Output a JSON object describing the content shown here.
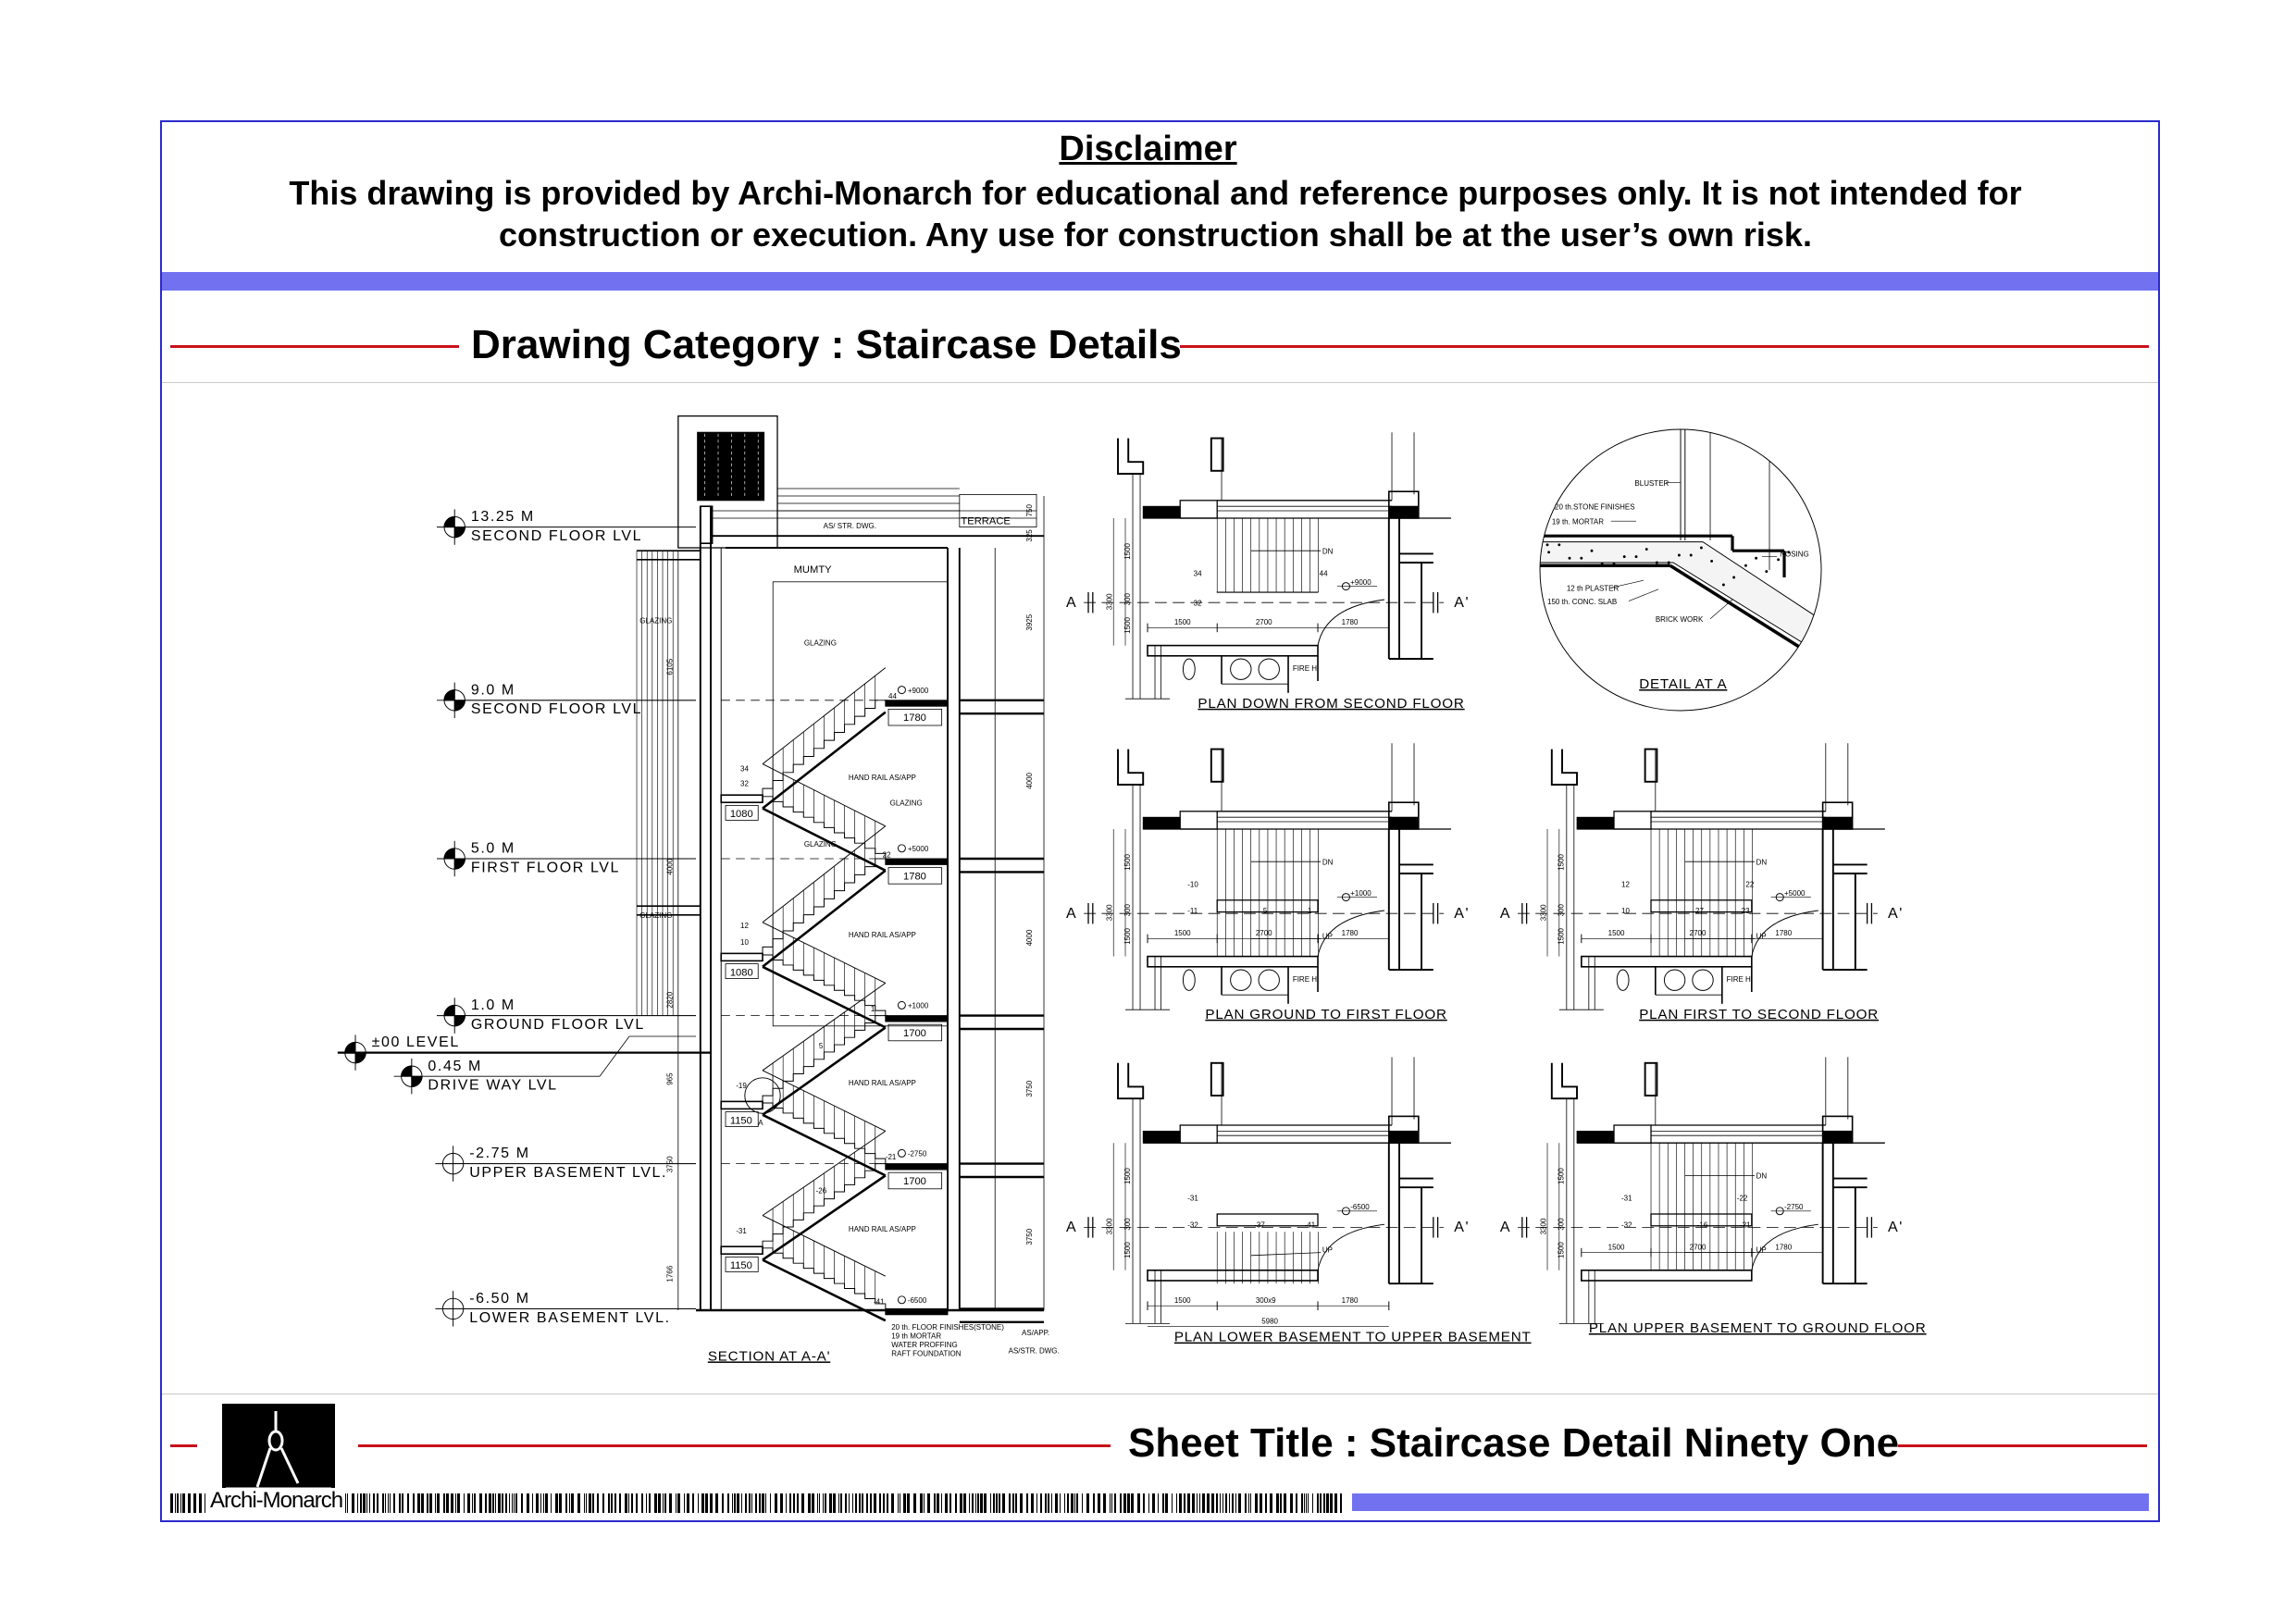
{
  "disclaimer": {
    "title": "Disclaimer",
    "line1": "This drawing is provided by Archi-Monarch for educational and reference purposes only. It is not intended for",
    "line2": "construction or execution. Any use for construction shall be at the user’s own risk."
  },
  "category": {
    "label": "Drawing Category : Staircase Details"
  },
  "section": {
    "title": "SECTION AT A-A'",
    "levels": [
      {
        "value": "13.25  M",
        "name": "SECOND  FLOOR  LVL"
      },
      {
        "value": "9.0  M",
        "name": "SECOND  FLOOR  LVL"
      },
      {
        "value": "5.0  M",
        "name": "FIRST  FLOOR  LVL"
      },
      {
        "value": "1.0  M",
        "name": "GROUND  FLOOR  LVL"
      },
      {
        "value": "±00  LEVEL",
        "name": ""
      },
      {
        "value": "0.45  M",
        "name": "DRIVE  WAY  LVL"
      },
      {
        "value": "-2.75  M",
        "name": "UPPER  BASEMENT  LVL."
      },
      {
        "value": "-6.50  M",
        "name": "LOWER  BASEMENT  LVL."
      }
    ],
    "terrace": "TERRACE",
    "mumty": "MUMTY",
    "str_ref": "AS/ STR. DWG.",
    "glazing": "GLAZING",
    "handrail": "HAND RAIL AS/APP",
    "dims_right": [
      "750",
      "325",
      "3925",
      "4000",
      "4000",
      "3750",
      "3750"
    ],
    "dims_left": [
      "6105",
      "4000",
      "2820",
      "965",
      "3750",
      "1766"
    ],
    "landing_widths": [
      "1080",
      "1080",
      "1150",
      "1150"
    ],
    "floor_widths": [
      "1780",
      "1780",
      "1700",
      "1700"
    ],
    "step_tags": [
      "44",
      "34",
      "32",
      "22",
      "12",
      "10",
      "1",
      "5",
      "-19",
      "-21",
      "-26",
      "-31",
      "-32",
      "-41",
      "A"
    ],
    "level_tags": [
      "+9000",
      "+5000",
      "+1000",
      "-2750",
      "-6500"
    ],
    "foundation_notes": [
      "20 th. FLOOR FINISHES(STONE)",
      "19 th MORTAR",
      "WATER PROFFING",
      "RAFT FOUNDATION"
    ],
    "foundation_refs": [
      "AS/APP.",
      "AS/STR. DWG."
    ]
  },
  "plans": [
    {
      "title": "PLAN  DOWN  FROM  SECOND  FLOOR",
      "tags": [
        "34",
        "44",
        "32"
      ],
      "level": "+9000",
      "dn": "DN",
      "up": "",
      "fire": "FIRE H.",
      "dims_v": [
        "1500",
        "3300",
        "300",
        "1500"
      ],
      "dims_h": [
        "1500",
        "2700",
        "1780"
      ],
      "total": ""
    },
    {
      "title": "PLAN  GROUND  TO  FIRST  FLOOR",
      "tags": [
        "-10",
        "-11",
        "5",
        "1"
      ],
      "level": "+1000",
      "dn": "DN",
      "up": "UP",
      "fire": "FIRE H.",
      "dims_v": [
        "1500",
        "3300",
        "300",
        "1500"
      ],
      "dims_h": [
        "1500",
        "2700",
        "1780"
      ],
      "total": ""
    },
    {
      "title": "PLAN  FIRST  TO  SECOND  FLOOR",
      "tags": [
        "12",
        "22",
        "10",
        "27",
        "23"
      ],
      "level": "+5000",
      "dn": "DN",
      "up": "UP",
      "fire": "FIRE H.",
      "dims_v": [
        "1500",
        "3300",
        "300",
        "1500"
      ],
      "dims_h": [
        "1500",
        "2700",
        "1780"
      ],
      "total": ""
    },
    {
      "title": "PLAN  LOWER  BASEMENT  TO  UPPER  BASEMENT",
      "tags": [
        "-31",
        "-32",
        "-37",
        "-41"
      ],
      "level": "-6500",
      "dn": "",
      "up": "UP",
      "fire": "",
      "dims_v": [
        "1500",
        "3300",
        "300",
        "1500"
      ],
      "dims_h": [
        "1500",
        "300x9",
        "1780"
      ],
      "total": "5980"
    },
    {
      "title": "PLAN  UPPER  BASEMENT  TO  GROUND  FLOOR",
      "tags": [
        "-31",
        "-22",
        "-32",
        "-16",
        "-21"
      ],
      "level": "-2750",
      "dn": "DN",
      "up": "UP",
      "fire": "",
      "dims_v": [
        "1500",
        "3300",
        "300",
        "1500"
      ],
      "dims_h": [
        "1500",
        "2700",
        "1780"
      ],
      "total": ""
    }
  ],
  "section_mark": {
    "a": "A",
    "a_prime": "A'"
  },
  "detail": {
    "title": "DETAIL  AT  A",
    "labels": [
      "BLUSTER",
      "20 th.STONE FINISHES",
      "19 th. MORTAR",
      "NOSING",
      "12 th PLASTER",
      "150 th. CONC. SLAB",
      "BRICK  WORK"
    ]
  },
  "footer": {
    "sheet_title": "Sheet Title : Staircase Detail Ninety One",
    "brand": "Archi-Monarch"
  },
  "colors": {
    "frame": "#2a2acc",
    "band": "#7272f0",
    "rule": "#c8101a"
  }
}
